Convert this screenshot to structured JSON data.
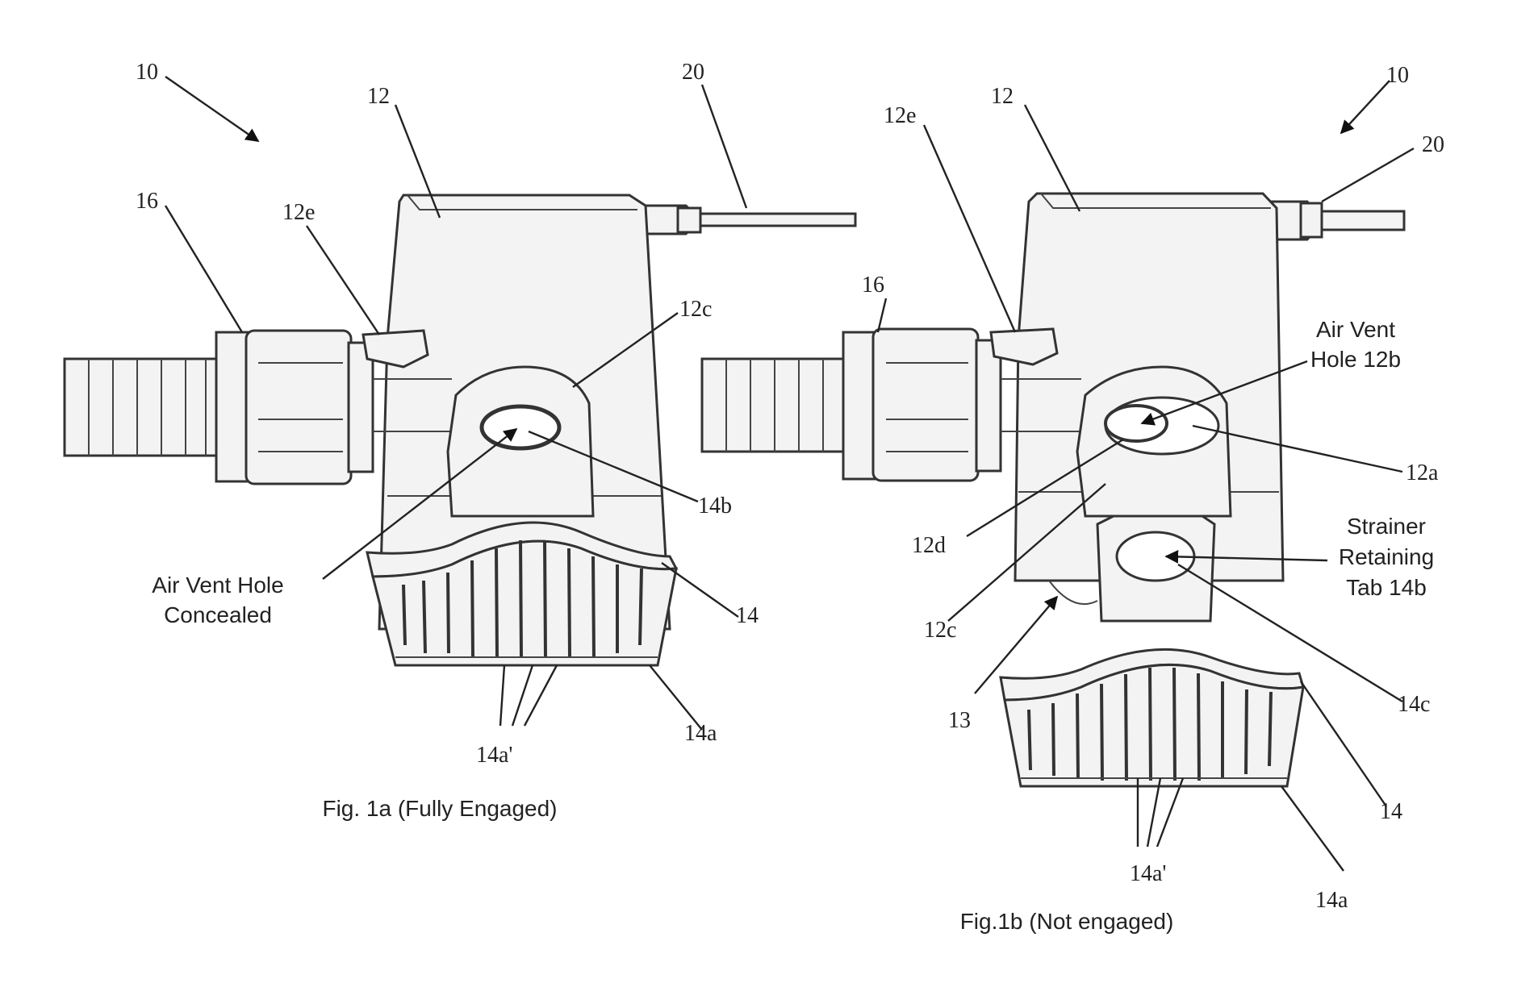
{
  "figure_a": {
    "caption": "Fig. 1a (Fully Engaged)",
    "refs": {
      "assembly": "10",
      "housing": "12",
      "cable": "20",
      "outlet": "16",
      "housing_tab": "12e",
      "housing_collar": "12c",
      "retaining_tab": "14b",
      "strainer": "14",
      "strainer_base": "14a",
      "strainer_slots": "14a'"
    },
    "callout": [
      "Air Vent Hole",
      "Concealed"
    ]
  },
  "figure_b": {
    "caption": "Fig.1b (Not engaged)",
    "refs": {
      "assembly": "10",
      "housing": "12",
      "cable": "20",
      "outlet": "16",
      "housing_tab": "12e",
      "vent_surface": "12a",
      "housing_edge": "12d",
      "housing_collar": "12c",
      "gap": "13",
      "tab_face": "14c",
      "strainer": "14",
      "strainer_base": "14a",
      "strainer_slots": "14a'"
    },
    "callout_vent": [
      "Air Vent",
      "Hole 12b"
    ],
    "callout_tab": [
      "Strainer",
      "Retaining",
      "Tab 14b"
    ]
  }
}
